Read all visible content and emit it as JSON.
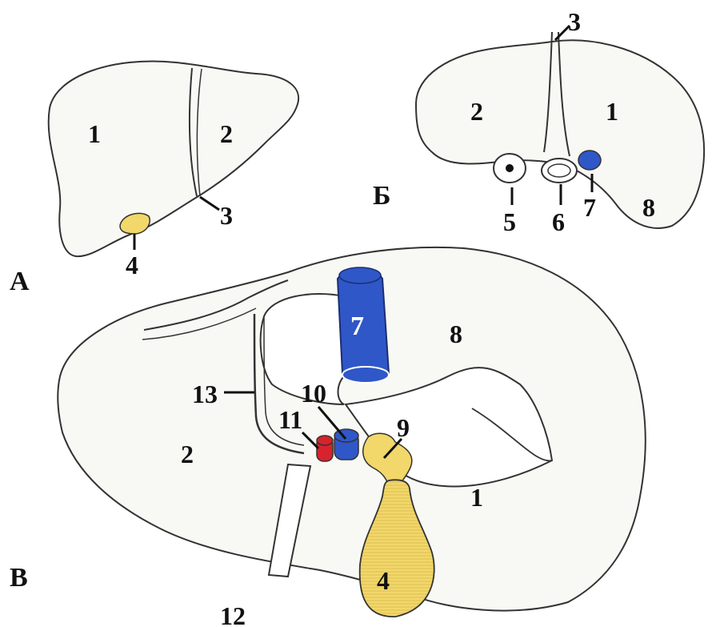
{
  "panels": {
    "a": {
      "letter": "А",
      "labels": {
        "right_lobe": "1",
        "left_lobe": "2",
        "ligament": "3",
        "gallbladder": "4"
      }
    },
    "b": {
      "letter": "Б",
      "labels": {
        "right_lobe": "1",
        "left_lobe": "2",
        "ligament": "3",
        "esophagus": "5",
        "aorta": "6",
        "vena_cava": "7",
        "bare_area": "8"
      }
    },
    "v": {
      "letter": "В",
      "labels": {
        "vena_cava": "7",
        "bare_area": "8",
        "cystic_duct": "9",
        "portal_vein": "10",
        "hepatic_artery": "11",
        "round_ligament": "12",
        "falciform_ligament": "13",
        "left_lobe": "2",
        "right_lobe": "1",
        "gallbladder": "4"
      }
    }
  },
  "colors": {
    "vein_blue": "#2f57c8",
    "artery_red": "#d8222c",
    "gallbladder_yellow": "#f2d76a",
    "outline": "#333333",
    "stipple": "#c9c9bf"
  }
}
